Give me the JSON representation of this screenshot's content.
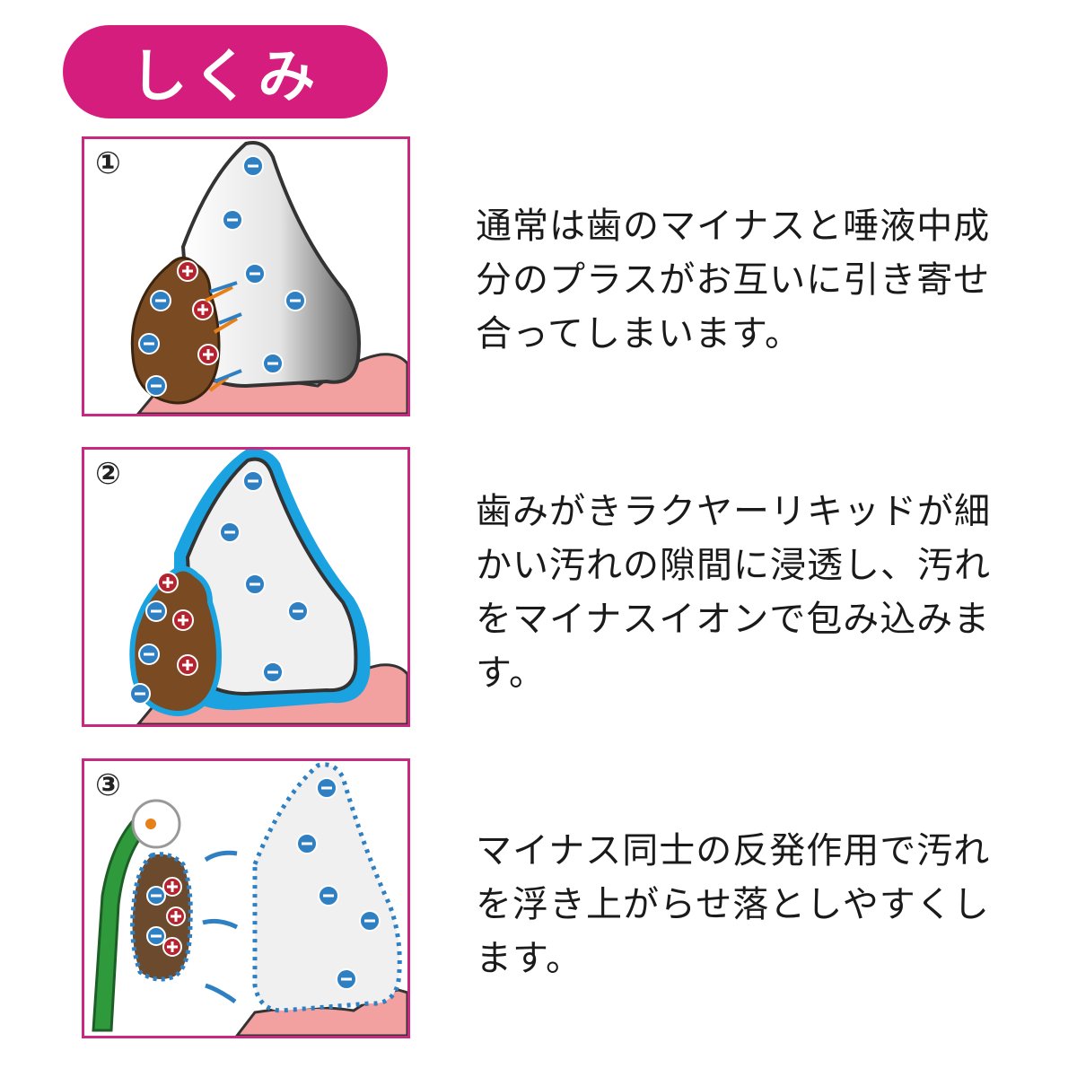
{
  "title": "しくみ",
  "steps": [
    {
      "number": "①",
      "lines": [
        "通常は歯のマイナスと唾液中成",
        "分のプラスがお互いに引き寄せ",
        "合ってしまいます。"
      ]
    },
    {
      "number": "②",
      "lines": [
        "歯みがきラクヤーリキッドが細",
        "かい汚れの隙間に浸透し、汚れ",
        "をマイナスイオンで包み込みま",
        "す。"
      ]
    },
    {
      "number": "③",
      "lines": [
        "マイナス同士の反発作用で汚れ",
        "を浮き上がらせ落としやすくし",
        "ます。"
      ]
    }
  ],
  "colors": {
    "accent": "#d51d7d",
    "frame": "#c8287f",
    "minus_ion": "#2f80c3",
    "plus_ion": "#b5232f",
    "coating": "#1aa3e0",
    "plaque": "#7a4a22",
    "gum": "#f2a0a0",
    "brush_handle": "#2e9a3c"
  },
  "icons": [
    "minus-ion-icon",
    "plus-ion-icon",
    "arrow-icon",
    "tooth-illustration",
    "plaque-illustration",
    "toothbrush-illustration"
  ]
}
